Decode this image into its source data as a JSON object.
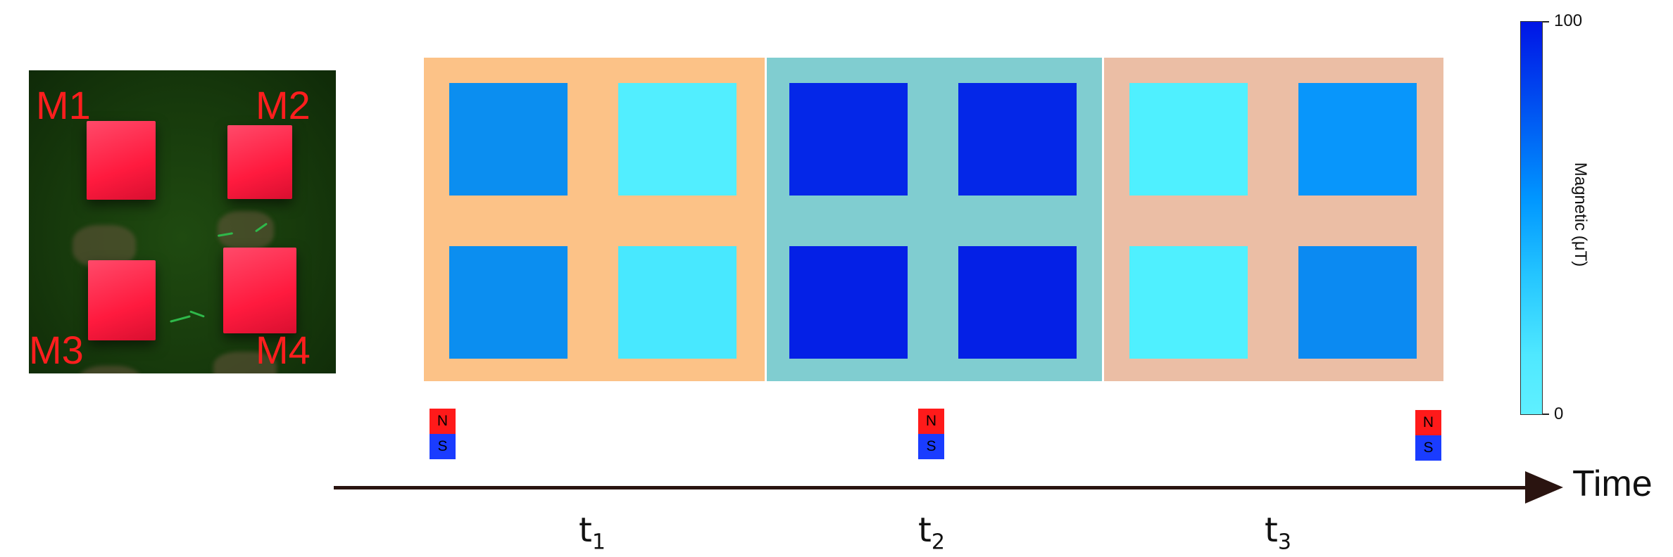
{
  "photo": {
    "labels": [
      "M1",
      "M2",
      "M3",
      "M4"
    ]
  },
  "panels": [
    {
      "label_base": "t",
      "label_sub": "1",
      "background": "#fcc287",
      "cells": [
        {
          "label": "M1",
          "value": 65,
          "color": "#0b8ef0"
        },
        {
          "label": "M2",
          "value": 15,
          "color": "#52eeff"
        },
        {
          "label": "M3",
          "value": 65,
          "color": "#0b8ef0"
        },
        {
          "label": "M4",
          "value": 18,
          "color": "#48e8ff"
        }
      ]
    },
    {
      "label_base": "t",
      "label_sub": "2",
      "background": "#80cdd0",
      "cells": [
        {
          "label": "M1",
          "value": 95,
          "color": "#0427e8"
        },
        {
          "label": "M2",
          "value": 95,
          "color": "#0427e8"
        },
        {
          "label": "M3",
          "value": 97,
          "color": "#0420e6"
        },
        {
          "label": "M4",
          "value": 97,
          "color": "#0420e6"
        }
      ]
    },
    {
      "label_base": "t",
      "label_sub": "3",
      "background": "#ebbea5",
      "cells": [
        {
          "label": "M1",
          "value": 15,
          "color": "#4ff0ff"
        },
        {
          "label": "M2",
          "value": 55,
          "color": "#0896fb"
        },
        {
          "label": "M3",
          "value": 15,
          "color": "#4ff0ff"
        },
        {
          "label": "M4",
          "value": 62,
          "color": "#0b8af2"
        }
      ]
    }
  ],
  "magnet_icons": [
    {
      "n": "N",
      "s": "S"
    },
    {
      "n": "N",
      "s": "S"
    },
    {
      "n": "N",
      "s": "S"
    }
  ],
  "axis": {
    "label": "Time"
  },
  "colorbar": {
    "title": "Magnetic (μT)",
    "max_label": "100",
    "min_label": "0",
    "range": [
      0,
      100
    ]
  }
}
